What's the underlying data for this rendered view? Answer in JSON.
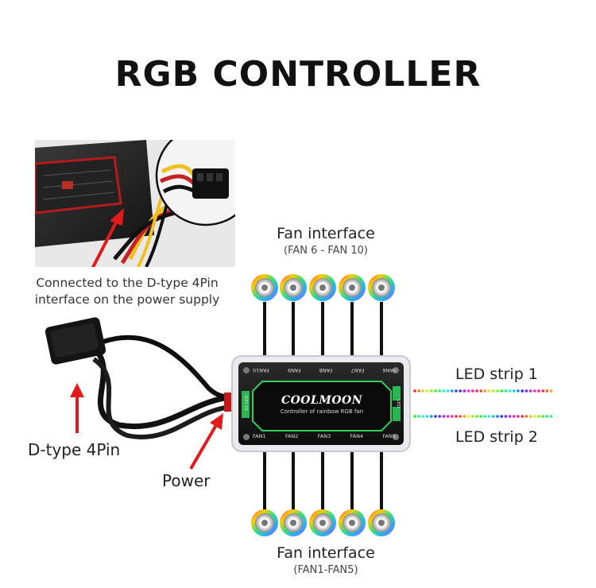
{
  "title": "RGB CONTROLLER",
  "psu_caption_line1": "Connected to the D-type 4Pin",
  "psu_caption_line2": "interface on the power supply",
  "fan_top": {
    "title": "Fan interface",
    "subtitle": "(FAN 6 - FAN 10)"
  },
  "fan_bottom": {
    "title": "Fan interface",
    "subtitle": "(FAN1-FAN5)"
  },
  "led_strip_1": "LED strip 1",
  "led_strip_2": "LED strip 2",
  "dtype_label": "D-type 4Pin",
  "power_label": "Power",
  "controller": {
    "brand": "COOLMOON",
    "tagline": "Controller of rainbow RGB fan",
    "top_ports": [
      "FAN10",
      "FAN9",
      "FAN8",
      "FAN7",
      "FAN6"
    ],
    "bottom_ports": [
      "FAN1",
      "FAN2",
      "FAN3",
      "FAN4",
      "FAN5"
    ],
    "side_port_left": "5V LED",
    "side_port_right": "LED"
  },
  "colors": {
    "arrow": "#e01b1b",
    "accent": "#2fd15c",
    "board": "#1a1a1a"
  }
}
